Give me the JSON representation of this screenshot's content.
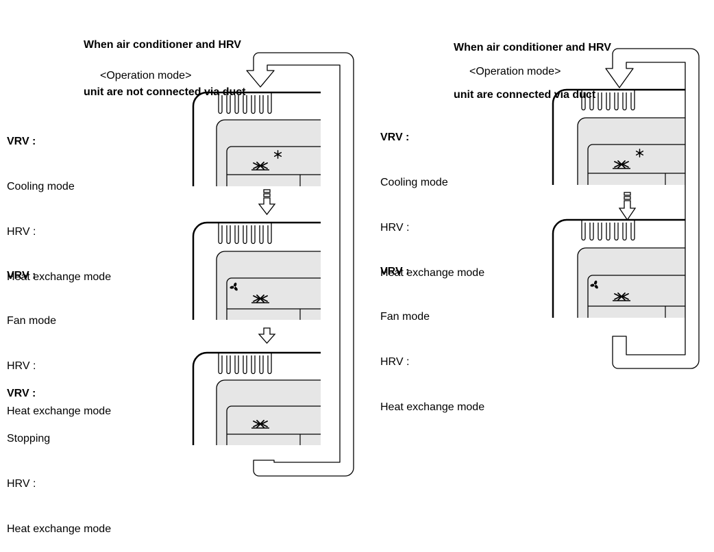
{
  "left": {
    "title_line1": "When air conditioner and HRV",
    "title_line2": "unit are not connected via duct",
    "operation_label": "<Operation mode>",
    "states": [
      {
        "vrv_label": "VRV :",
        "vrv_mode": "Cooling mode",
        "hrv_label": "HRV :",
        "hrv_mode": "Heat exchange mode"
      },
      {
        "vrv_label": "VRV :",
        "vrv_mode": "Fan mode",
        "hrv_label": "HRV :",
        "hrv_mode": "Heat exchange mode"
      },
      {
        "vrv_label": "VRV :",
        "vrv_mode": "Stopping",
        "hrv_label": "HRV :",
        "hrv_mode": "Heat exchange mode"
      }
    ]
  },
  "right": {
    "title_line1": "When air conditioner and HRV",
    "title_line2": "unit are connected via duct",
    "operation_label": "<Operation mode>",
    "states": [
      {
        "vrv_label": "VRV :",
        "vrv_mode": "Cooling mode",
        "hrv_label": "HRV :",
        "hrv_mode": "Heat exchange mode"
      },
      {
        "vrv_label": "VRV :",
        "vrv_mode": "Fan mode",
        "hrv_label": "HRV :",
        "hrv_mode": "Heat exchange mode"
      }
    ]
  },
  "icons": {
    "cooling": "snowflake-icon",
    "fan": "fan-icon",
    "heat_exchange": "heat-exchange-icon"
  }
}
